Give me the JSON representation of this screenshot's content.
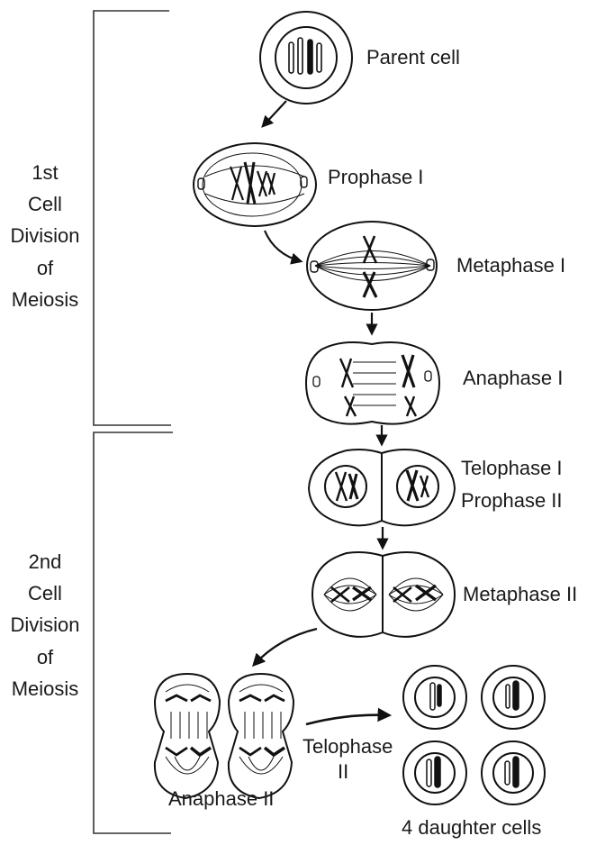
{
  "division1": {
    "lines": [
      "1st",
      "Cell",
      "Division",
      "of",
      "Meiosis"
    ]
  },
  "division2": {
    "lines": [
      "2nd",
      "Cell",
      "Division",
      "of",
      "Meiosis"
    ]
  },
  "stages": {
    "parent": "Parent cell",
    "prophase1": "Prophase I",
    "metaphase1": "Metaphase I",
    "anaphase1": "Anaphase I",
    "telophase1": "Telophase I",
    "prophase2": "Prophase II",
    "metaphase2": "Metaphase II",
    "anaphase2": "Anaphase II",
    "telophase2_line1": "Telophase",
    "telophase2_line2": "II",
    "daughters": "4 daughter cells"
  }
}
